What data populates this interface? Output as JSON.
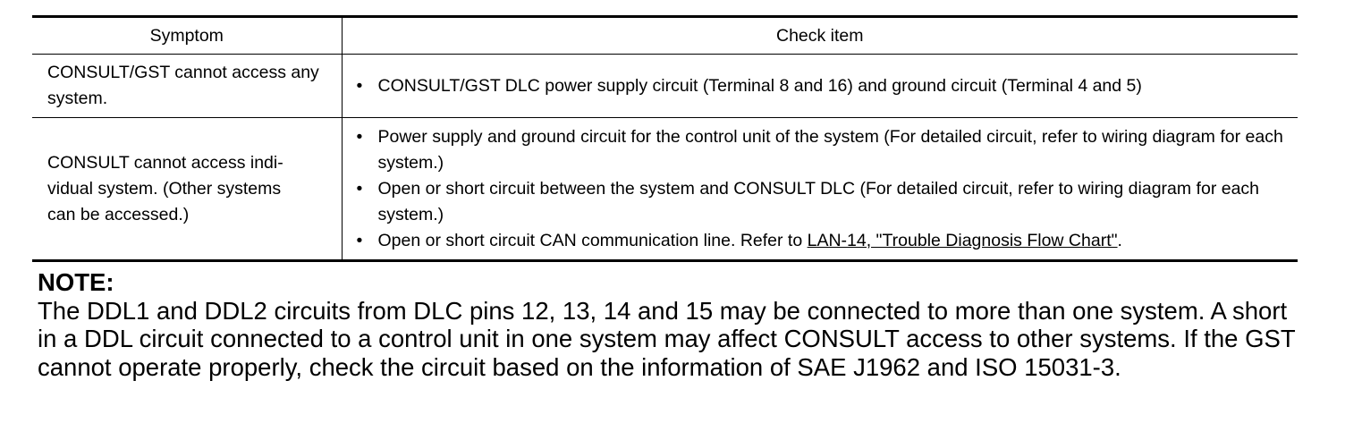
{
  "table": {
    "headers": {
      "symptom": "Symptom",
      "check": "Check item"
    },
    "rows": [
      {
        "symptom": "CONSULT/GST cannot access any system.",
        "bullet": "•",
        "checks": [
          "CONSULT/GST DLC power supply circuit (Terminal 8 and 16) and ground circuit (Terminal 4 and 5)"
        ]
      },
      {
        "symptom_lines": [
          "CONSULT cannot access indi-",
          "vidual system. (Other systems",
          "can be accessed.)"
        ],
        "bullet": "•",
        "checks": [
          "Power supply and ground circuit for the control unit of the system (For detailed circuit, refer to wiring diagram for each system.)",
          "Open or short circuit between the system and CONSULT DLC (For detailed circuit, refer to wiring diagram for each system.)"
        ],
        "check3_prefix": "Open or short circuit CAN communication line. Refer to ",
        "check3_link": "LAN-14, \"Trouble Diagnosis Flow Chart\"",
        "check3_suffix": "."
      }
    ]
  },
  "note": {
    "title": "NOTE:",
    "body": "The DDL1 and DDL2 circuits from DLC pins 12, 13, 14 and 15 may be connected to more than one system. A short in a DDL circuit connected to a control unit in one system may affect CONSULT access to other systems. If the GST cannot operate properly, check the circuit based on the information of SAE J1962 and ISO 15031-3."
  }
}
